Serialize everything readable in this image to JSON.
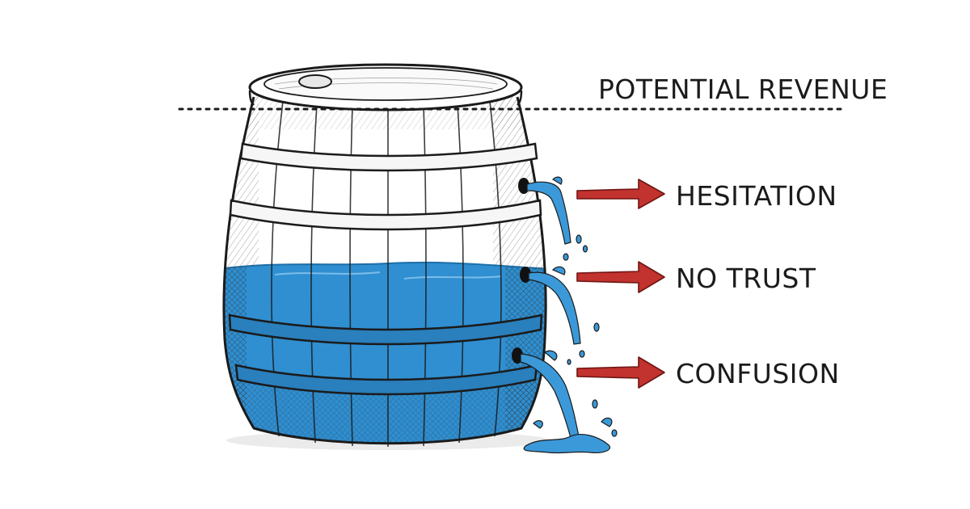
{
  "labels": {
    "potential_revenue": "POTENTIAL REVENUE",
    "hesitation": "HESITATION",
    "no_trust": "NO TRUST",
    "confusion": "CONFUSION"
  },
  "colors": {
    "water": "#2f8fd1",
    "water_dark": "#1d6fa8",
    "arrow": "#c2322e",
    "ink": "#1b1b1b"
  }
}
